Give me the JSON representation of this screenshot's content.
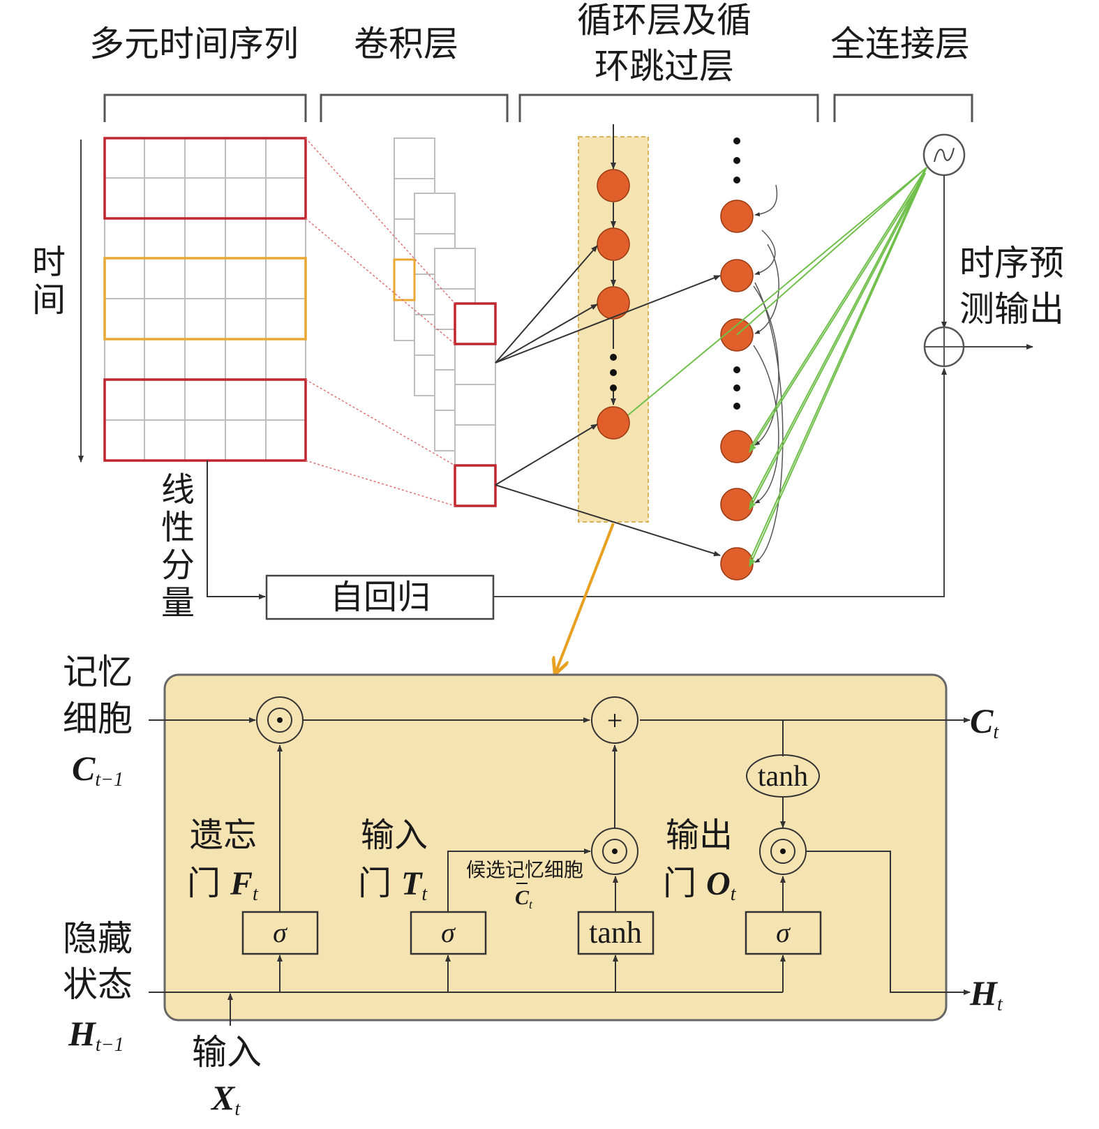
{
  "sections": {
    "mts": "多元时间序列",
    "conv": "卷积层",
    "rnn_l1": "循环层及循",
    "rnn_l2": "环跳过层",
    "fc": "全连接层"
  },
  "time_axis": [
    "时",
    "间"
  ],
  "linear": [
    "线",
    "性",
    "分",
    "量"
  ],
  "ar": "自回归",
  "prediction": [
    "时序预",
    "测输出"
  ],
  "lstm": {
    "memory_cell": [
      "记忆",
      "细胞"
    ],
    "c_prev": {
      "main": "C",
      "sub": "t−1"
    },
    "c_out": {
      "main": "C",
      "sub": "t"
    },
    "hidden_state": [
      "隐藏",
      "状态"
    ],
    "h_prev": {
      "main": "H",
      "sub": "t−1"
    },
    "h_out": {
      "main": "H",
      "sub": "t"
    },
    "input": "输入",
    "x": {
      "main": "X",
      "sub": "t"
    },
    "forget_gate": {
      "line1": "遗忘",
      "line2": "门",
      "sym": "F",
      "sub": "t"
    },
    "input_gate": {
      "line1": "输入",
      "line2": "门",
      "sym": "T",
      "sub": "t"
    },
    "output_gate": {
      "line1": "输出",
      "line2": "门",
      "sym": "O",
      "sub": "t"
    },
    "candidate": {
      "label": "候选记忆细胞",
      "sym": "C",
      "sub": "t"
    },
    "sigma": "σ",
    "tanh": "tanh",
    "plus": "+"
  },
  "colors": {
    "red_frame": "#c0262d",
    "orange_frame": "#e8a832",
    "node": "#e05f2a",
    "lstm_bg": "#f6e3b2",
    "green_line": "#6fbf4a",
    "arrow_orange": "#e8a020"
  }
}
